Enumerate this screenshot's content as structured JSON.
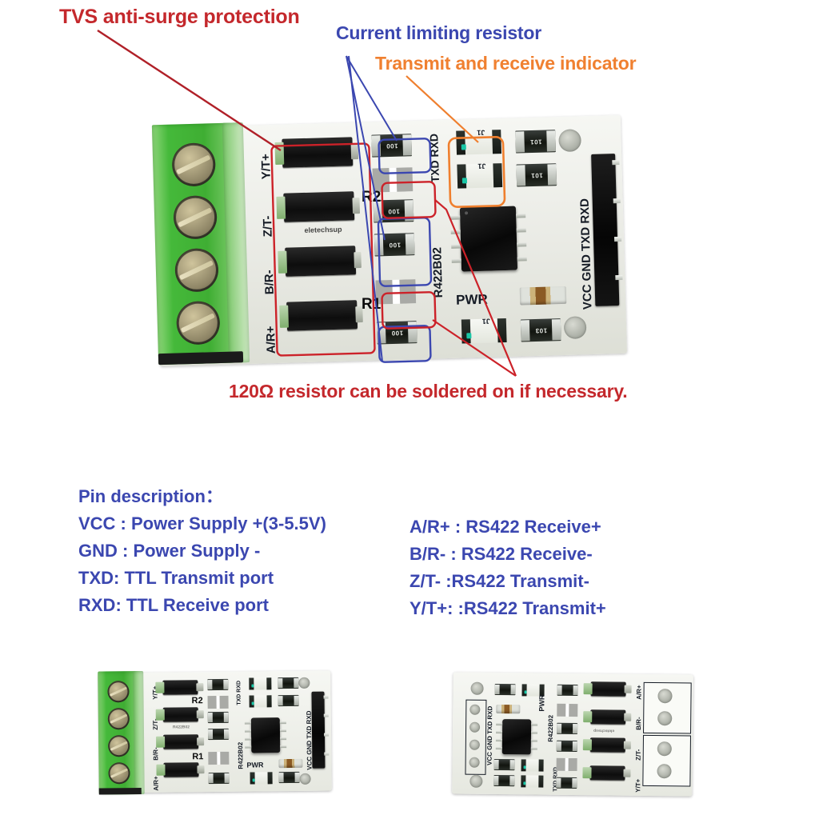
{
  "annotations": [
    {
      "id": "tvs",
      "text": "TVS anti-surge protection",
      "color": "#c4282c"
    },
    {
      "id": "current_limiting",
      "text": "Current limiting resistor",
      "color": "#3b47b0"
    },
    {
      "id": "indicator",
      "text": "Transmit and receive indicator",
      "color": "#f08030"
    },
    {
      "id": "resistor_note",
      "text": "120Ω resistor can be soldered on if necessary.",
      "color": "#c4282c"
    }
  ],
  "labels": {
    "tvs": "TVS anti-surge protection",
    "current_limiting": "Current limiting resistor",
    "indicator": "Transmit and receive indicator",
    "resistor_note": "120Ω resistor can be soldered on if necessary."
  },
  "board": {
    "part_number": "R422B02",
    "brand": "eletechsup",
    "power_label": "PWR",
    "ttl_silk": "TXD RXD",
    "header_silk": "VCC GND TXD RXD",
    "terminal_silk": [
      "Y/T+",
      "Z/T-",
      "B/R-",
      "A/R+"
    ],
    "empty_pads": [
      "R2",
      "R1"
    ],
    "resistor_codes": {
      "limiting": "100",
      "led_series": "101",
      "pullup": "103"
    },
    "silk_codes": [
      "100",
      "100",
      "100",
      "100",
      "101",
      "101",
      "101",
      "103"
    ],
    "ref_designators": [
      "J1",
      "J1",
      "J1"
    ]
  },
  "pin_description": {
    "title": "Pin description：",
    "column1": [
      "VCC  : Power Supply +(3-5.5V)",
      "GND : Power Supply -",
      "TXD: TTL Transmit port",
      "RXD: TTL Receive port"
    ],
    "column2": [
      "A/R+ : RS422 Receive+",
      "B/R-  : RS422 Receive-",
      "Z/T-   :RS422 Transmit-",
      "Y/T+: :RS422 Transmit+"
    ]
  },
  "thumbnails": [
    {
      "id": "top-view",
      "part_number": "R422B02",
      "silk": [
        "Y/T+",
        "Z/T-",
        "B/R-",
        "A/R+"
      ],
      "header": "VCC GND TXD RXD",
      "pwr": "PWR",
      "pads": [
        "R2",
        "R1"
      ]
    },
    {
      "id": "rotated-view",
      "part_number": "R422B02",
      "silk": [
        "A/R+",
        "B/R-",
        "Z/T-",
        "Y/T+"
      ],
      "header": "VCC GND TXD RXD",
      "pwr": "PWR"
    }
  ],
  "colors": {
    "red": "#c4282c",
    "blue": "#3b47b0",
    "orange": "#f08030",
    "pcb_white": "#f2f3ef",
    "terminal_green": "#45b93a",
    "background": "#ffffff"
  }
}
